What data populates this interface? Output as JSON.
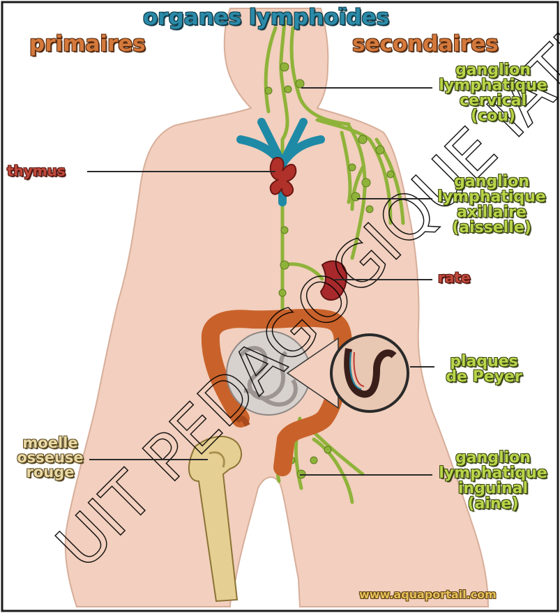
{
  "header": {
    "title": "organes lymphoïdes",
    "left": "primaires",
    "right": "secondaires"
  },
  "labels": {
    "cervical": [
      "ganglion",
      "lymphatique",
      "cervical",
      "(cou)"
    ],
    "thymus": "thymus",
    "axillary": [
      "ganglion",
      "lymphatique",
      "axillaire",
      "(aisselle)"
    ],
    "spleen": "rate",
    "peyer": [
      "plaques",
      "de Peyer"
    ],
    "marrow": [
      "moelle",
      "osseuse",
      "rouge"
    ],
    "inguinal": [
      "ganglion",
      "lymphatique",
      "inguinal",
      "(aine)"
    ]
  },
  "credit": "www.aquaportail.com",
  "colors": {
    "skin": "#f2cfbe",
    "lymph": "#8fb33a",
    "vessel_blue": "#1f8aa6",
    "thymus_red": "#b0302a",
    "colon": "#c9622a",
    "bone": "#e6cf93"
  }
}
